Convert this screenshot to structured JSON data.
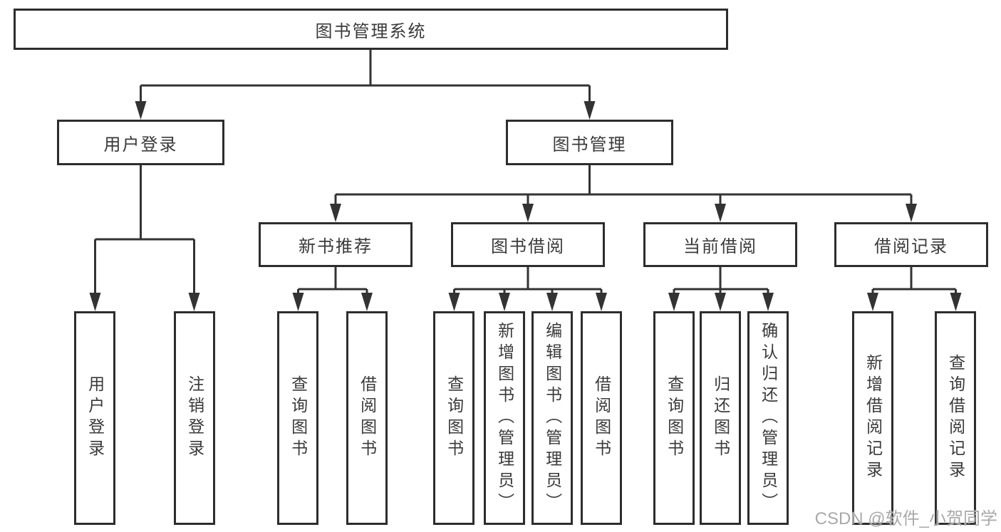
{
  "tree": {
    "root": "图书管理系统",
    "login": {
      "label": "用户登录",
      "children": [
        "用户登录",
        "注销登录"
      ]
    },
    "mgmt": {
      "label": "图书管理",
      "groups": [
        {
          "label": "新书推荐",
          "children": [
            "查询图书",
            "借阅图书"
          ]
        },
        {
          "label": "图书借阅",
          "children": [
            "查询图书",
            "新增图书（管理员）",
            "编辑图书（管理员）",
            "借阅图书"
          ]
        },
        {
          "label": "当前借阅",
          "children": [
            "查询图书",
            "归还图书",
            "确认归还（管理员）"
          ]
        },
        {
          "label": "借阅记录",
          "children": [
            "新增借阅记录",
            "查询借阅记录"
          ]
        }
      ]
    }
  },
  "watermark": "CSDN @软件_小贺同学",
  "colors": {
    "line": "#333333",
    "border": "#2d2d2d",
    "text": "#3a3a3a",
    "watermark": "#a9a9a9",
    "background": "#ffffff"
  }
}
